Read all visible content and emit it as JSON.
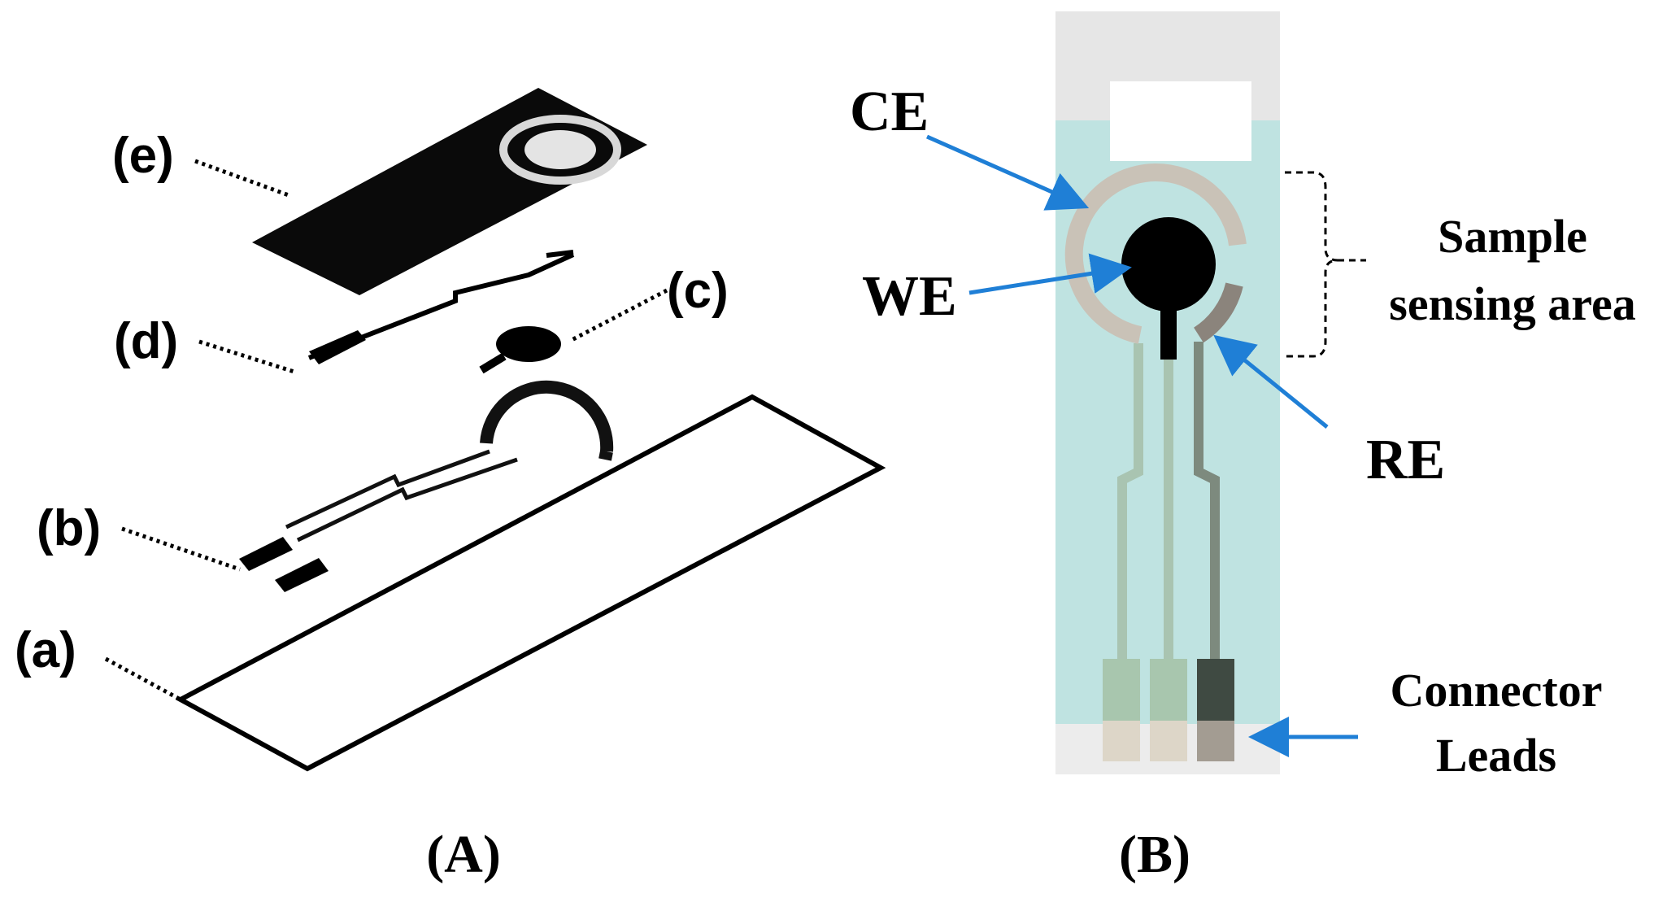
{
  "panel_a": {
    "caption": "(A)",
    "layers": [
      {
        "id": "a",
        "label": "(a)"
      },
      {
        "id": "b",
        "label": "(b)"
      },
      {
        "id": "c",
        "label": "(c)"
      },
      {
        "id": "d",
        "label": "(d)"
      },
      {
        "id": "e",
        "label": "(e)"
      }
    ]
  },
  "panel_b": {
    "caption": "(B)",
    "labels": {
      "ce": "CE",
      "we": "WE",
      "re": "RE",
      "sample_line1": "Sample",
      "sample_line2": "sensing area",
      "connector_line1": "Connector",
      "connector_line2": "Leads"
    }
  },
  "colors": {
    "strip_background": "#bfe3e1",
    "strip_top": "#e6e6e6",
    "counter_electrode": "#c9c2b7",
    "working_electrode": "#000000",
    "reference_electrode": "#8b847c",
    "trace": "#a9c4b1",
    "arrow": "#1f7fd6",
    "ink": "#000000"
  }
}
